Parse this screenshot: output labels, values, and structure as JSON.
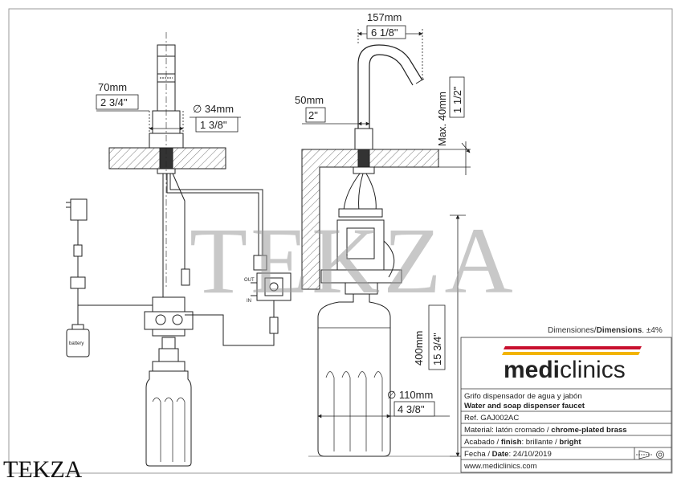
{
  "dimensions": {
    "spout_reach_mm": "157mm",
    "spout_reach_in": "6 1/8\"",
    "body_width_mm": "70mm",
    "body_width_in": "2 3/4\"",
    "diameter_mm": "∅ 34mm",
    "diameter_in": "1 3/8\"",
    "hole_mm": "50mm",
    "hole_in": "2\"",
    "max_thickness_mm": "Max. 40mm",
    "max_thickness_in": "1 1/2\"",
    "height_mm": "400mm",
    "height_in": "15 3/4\"",
    "bottle_dia_mm": "∅ 110mm",
    "bottle_dia_in": "4 3/8\""
  },
  "labels": {
    "out": "OUT",
    "in": "IN",
    "battery": "battery"
  },
  "watermark": "TEKZA",
  "corner_logo": "TEKZA",
  "title_block": {
    "dimension_note_es": "Dimensiones/",
    "dimension_note_en": "Dimensions",
    "dimension_note_tol": ". ±4%",
    "brand_part1": "medi",
    "brand_part2": "clinics",
    "brand_colors": [
      "#c8102e",
      "#f2b400"
    ],
    "desc_es": "Grifo dispensador de agua y jabón",
    "desc_en": "Water and soap dispenser faucet",
    "ref": "Ref. GAJ002AC",
    "material_es": "Material: latón cromado / ",
    "material_en": "chrome-plated brass",
    "finish_es": "Acabado / ",
    "finish_en_label": "finish",
    "finish_es_value": ": brillante / ",
    "finish_en_value": "bright",
    "date_es": "Fecha / ",
    "date_en": "Date",
    "date_value": ": 24/10/2019",
    "website": "www.mediclinics.com"
  }
}
